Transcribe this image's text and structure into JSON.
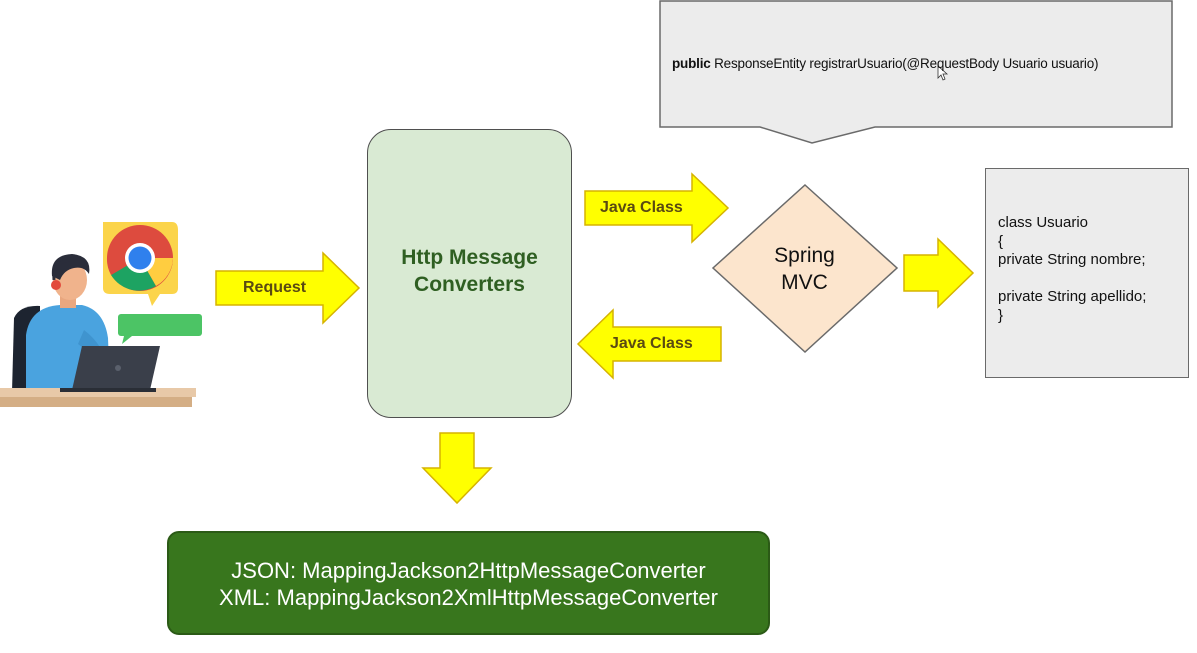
{
  "callout": {
    "keyword": "public",
    "signature": "ResponseEntity registrarUsuario(@RequestBody Usuario usuario)"
  },
  "converters": {
    "title": "Http Message\nConverters"
  },
  "arrows": {
    "request": "Request",
    "java_class_top": "Java Class",
    "java_class_bottom": "Java Class"
  },
  "spring_mvc": {
    "label": "Spring\nMVC"
  },
  "class_box": {
    "lines": [
      "class Usuario",
      "{",
      "private String nombre;",
      "",
      "private String apellido;",
      "}"
    ]
  },
  "formats": {
    "json_line": "JSON: MappingJackson2HttpMessageConverter",
    "xml_line": "XML: MappingJackson2XmlHttpMessageConverter"
  },
  "colors": {
    "arrow_fill": "#ffff00",
    "arrow_stroke": "#d6b300",
    "converters_fill": "#d9ead3",
    "formats_fill": "#38761d",
    "diamond_fill": "#fce5cd",
    "callout_fill": "#ececec"
  },
  "icons": {
    "user": "person-at-laptop-icon",
    "browser": "chrome-icon",
    "chat": "chat-bubble-icon",
    "cursor": "mouse-cursor-icon"
  }
}
